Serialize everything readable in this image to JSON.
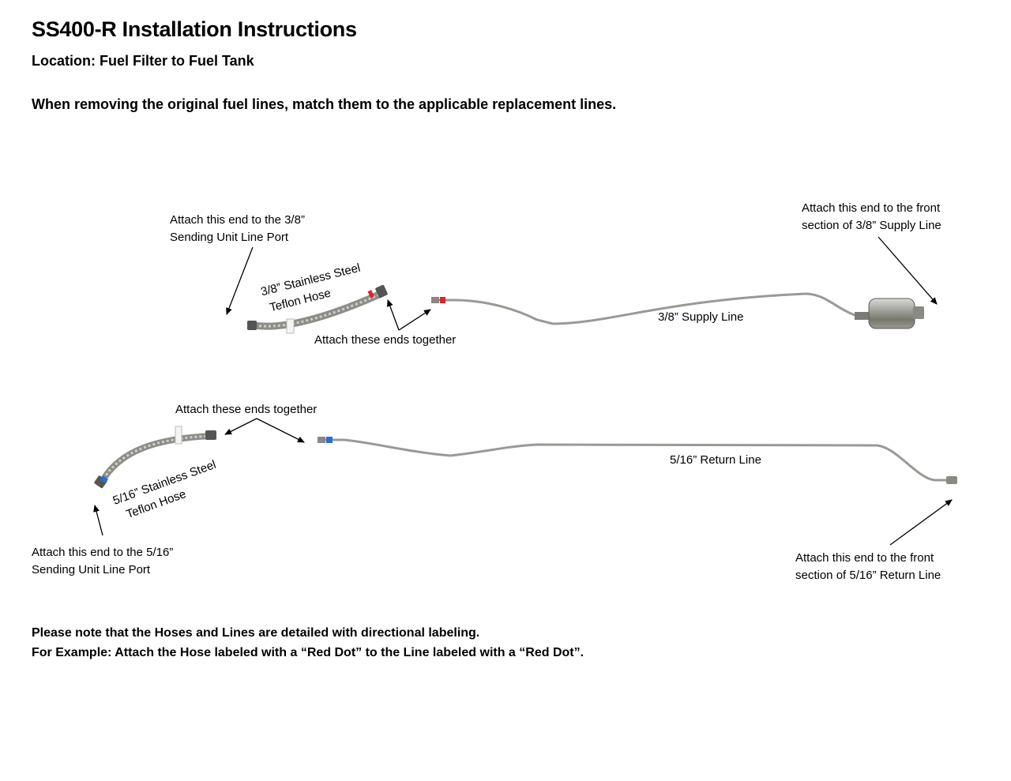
{
  "header": {
    "title": "SS400-R Installation Instructions",
    "location": "Location: Fuel Filter to Fuel Tank",
    "intro": "When removing the original fuel lines, match them to the applicable replacement lines."
  },
  "supply": {
    "sending_unit_label": [
      "Attach this end to the 3/8”",
      "Sending Unit Line Port"
    ],
    "hose_label": [
      "3/8” Stainless Steel",
      "Teflon Hose"
    ],
    "join_label": "Attach these ends together",
    "line_label": "3/8” Supply Line",
    "front_label": [
      "Attach this end to the front",
      "section of 3/8” Supply Line"
    ],
    "marker_color": "#e0202a"
  },
  "return": {
    "join_label": "Attach these ends together",
    "hose_label": [
      "5/16” Stainless Steel",
      "Teflon Hose"
    ],
    "line_label": "5/16” Return Line",
    "sending_unit_label": [
      "Attach this end to the 5/16”",
      "Sending Unit Line Port"
    ],
    "front_label": [
      "Attach this end to the front",
      "section of 5/16” Return Line"
    ],
    "marker_color": "#2a6fd6"
  },
  "notes": {
    "line1": "Please note that the Hoses and Lines are detailed with directional labeling.",
    "line2": "For Example: Attach the Hose labeled with a “Red Dot” to the Line labeled with a “Red Dot”."
  }
}
